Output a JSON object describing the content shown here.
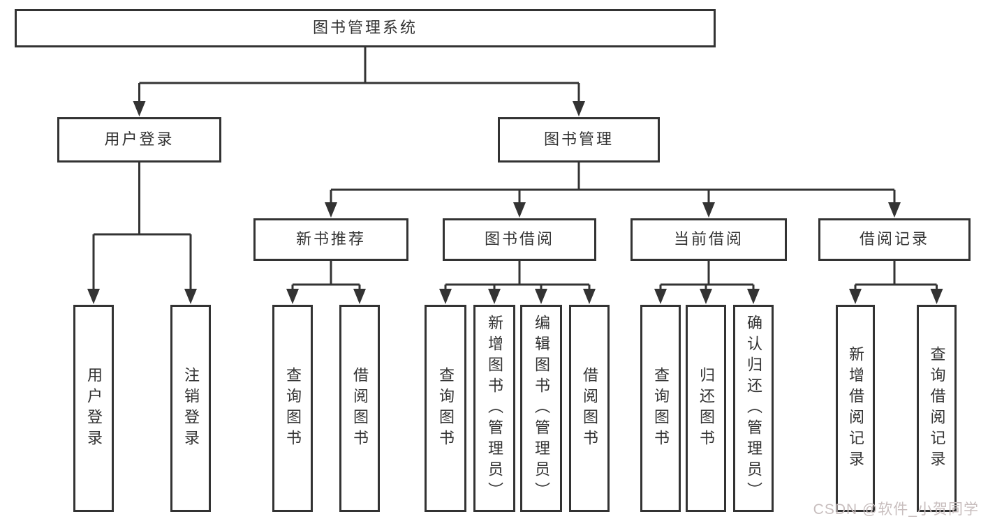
{
  "tree": {
    "root": {
      "label": "图书管理系统"
    },
    "children": [
      {
        "label": "用户登录",
        "children": [
          {
            "label": "用户登录"
          },
          {
            "label": "注销登录"
          }
        ]
      },
      {
        "label": "图书管理",
        "children": [
          {
            "label": "新书推荐",
            "children": [
              {
                "label": "查询图书"
              },
              {
                "label": "借阅图书"
              }
            ]
          },
          {
            "label": "图书借阅",
            "children": [
              {
                "label": "查询图书"
              },
              {
                "label": "新增图书（管理员）"
              },
              {
                "label": "编辑图书（管理员）"
              },
              {
                "label": "借阅图书"
              }
            ]
          },
          {
            "label": "当前借阅",
            "children": [
              {
                "label": "查询图书"
              },
              {
                "label": "归还图书"
              },
              {
                "label": "确认归还（管理员）"
              }
            ]
          },
          {
            "label": "借阅记录",
            "children": [
              {
                "label": "新增借阅记录"
              },
              {
                "label": "查询借阅记录"
              }
            ]
          }
        ]
      }
    ]
  },
  "watermark": {
    "text": "CSDN @软件_小贺同学"
  },
  "colors": {
    "line": "#333333",
    "box_border": "#333333",
    "box_background": "#ffffff",
    "text": "#333333",
    "watermark": "#c8bebe",
    "page_background": "#ffffff"
  }
}
